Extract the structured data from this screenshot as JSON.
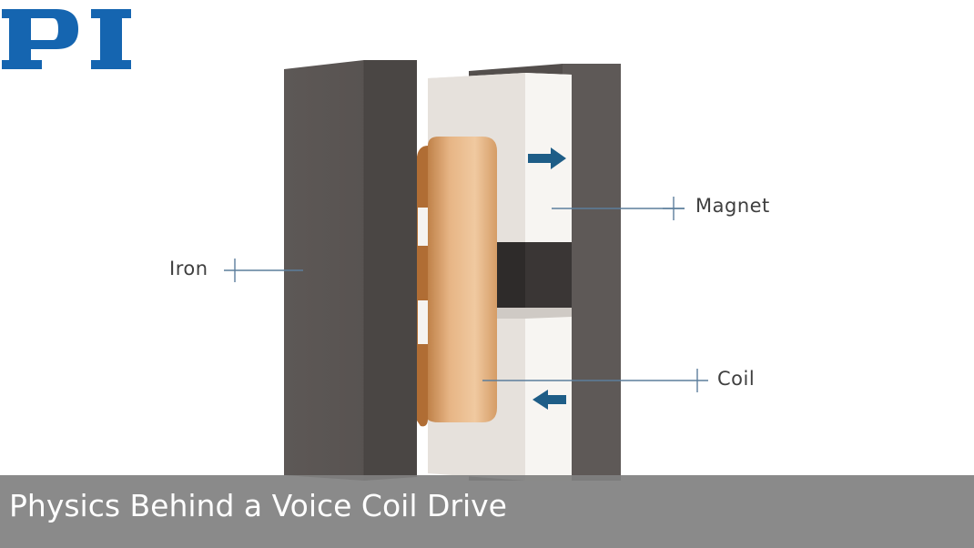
{
  "brand": {
    "logo_text": "PI",
    "logo_color": "#1565b0"
  },
  "labels": {
    "magnet": "Magnet",
    "iron": "Iron",
    "coil": "Coil"
  },
  "caption": {
    "text": "Physics Behind a Voice Coil Drive"
  },
  "colors": {
    "iron": "#5a5553",
    "magnet": "#efece9",
    "coil": "#d7a273",
    "arrow": "#1e5d87",
    "leader": "#5c7e9c"
  }
}
